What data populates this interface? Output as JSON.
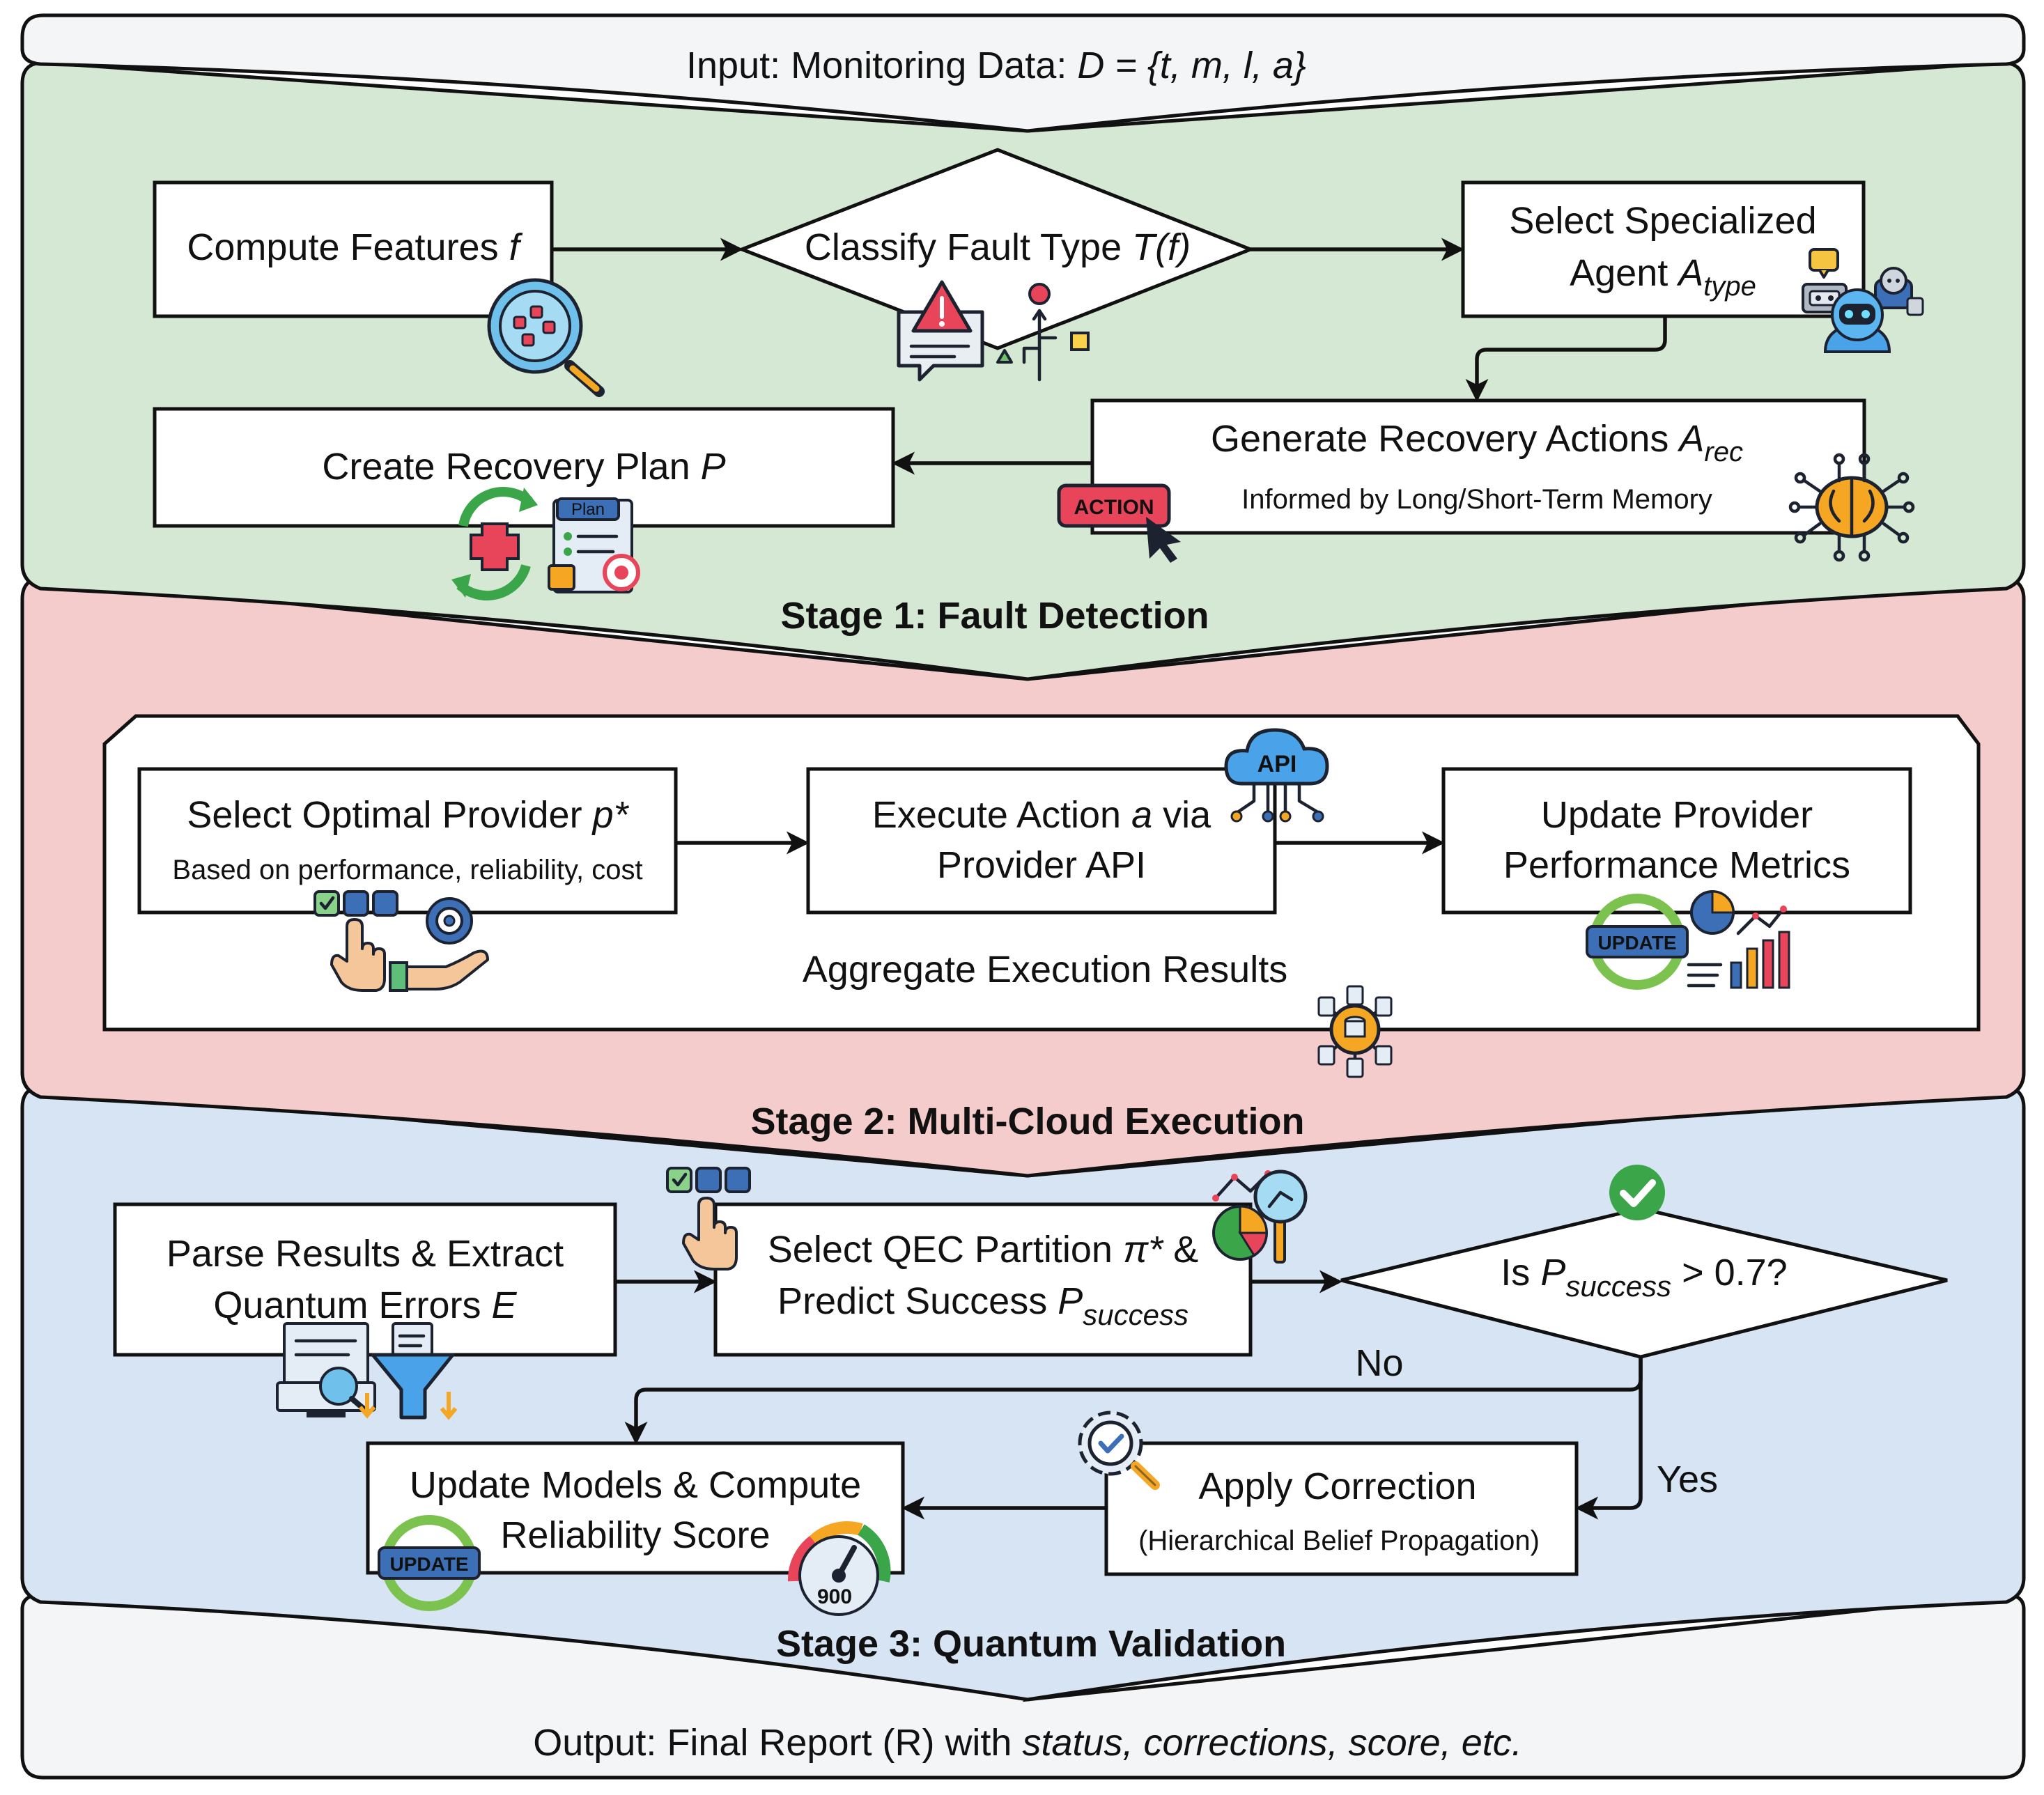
{
  "input": {
    "prefix": "Input: Monitoring Data: ",
    "formula": "D = {t, m, l, a}"
  },
  "stage1": {
    "title": "Stage 1: Fault Detection",
    "compute_features": {
      "text": "Compute Features ",
      "var": "f"
    },
    "classify": {
      "text": "Classify Fault Type ",
      "var": "T(f)"
    },
    "select_agent": {
      "line1": "Select Specialized",
      "line2": "Agent ",
      "var": "A",
      "sub": "type"
    },
    "generate": {
      "text": "Generate Recovery Actions ",
      "var": "A",
      "sub": "rec",
      "note": "Informed by Long/Short-Term Memory"
    },
    "create_plan": {
      "text": "Create Recovery Plan ",
      "var": "P"
    },
    "action_badge": "ACTION",
    "plan_badge": "Plan"
  },
  "stage2": {
    "title": "Stage 2: Multi-Cloud Execution",
    "select_provider": {
      "text": "Select Optimal Provider ",
      "var": "p*",
      "note": "Based on performance, reliability, cost"
    },
    "execute": {
      "line1_text": "Execute Action ",
      "line1_var": "a",
      "line1_tail": " via",
      "line2": "Provider API"
    },
    "update_metrics": {
      "line1": "Update Provider",
      "line2": "Performance Metrics"
    },
    "aggregate": "Aggregate Execution Results",
    "api_badge": "API",
    "update_badge": "UPDATE"
  },
  "stage3": {
    "title": "Stage 3: Quantum Validation",
    "parse": {
      "line1": "Parse Results & Extract",
      "line2_text": "Quantum Errors ",
      "line2_var": "E"
    },
    "select_qec": {
      "line1_text": "Select QEC Partition ",
      "line1_var": "π*",
      "line1_tail": " &",
      "line2_text": "Predict Success ",
      "line2_var": "P",
      "line2_sub": "success"
    },
    "decision": {
      "prefix": "Is ",
      "var": "P",
      "sub": "success",
      "suffix": " > 0.7?"
    },
    "no_label": "No",
    "yes_label": "Yes",
    "apply": {
      "line1": "Apply Correction",
      "line2": "(Hierarchical Belief Propagation)"
    },
    "update_models": {
      "line1": "Update Models & Compute",
      "line2": "Reliability Score"
    },
    "gauge_value": "900",
    "update_badge": "UPDATE"
  },
  "output": {
    "prefix": "Output: Final Report (R) with ",
    "italic": "status, corrections, score, etc."
  },
  "colors": {
    "stage1_bg": "#d4e8d4",
    "stage2_bg": "#f5cccc",
    "stage3_bg": "#d6e4f3",
    "io_bg": "#f4f5f7",
    "accent_red": "#e8445a",
    "accent_blue": "#3d6fb6",
    "accent_green": "#3ba54a",
    "accent_orange": "#f5a623"
  }
}
